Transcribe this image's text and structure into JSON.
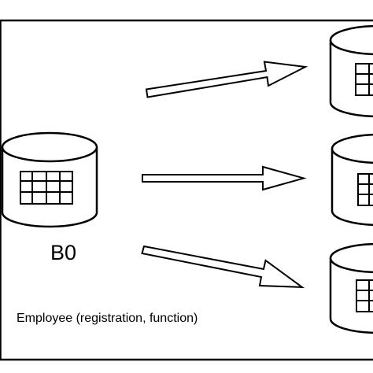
{
  "diagram": {
    "source_table_label": "B0",
    "caption": "Employee (registration, function)",
    "nodes": [
      {
        "id": "B0",
        "kind": "source-database"
      },
      {
        "id": "target-1",
        "kind": "target-database"
      },
      {
        "id": "target-2",
        "kind": "target-database"
      },
      {
        "id": "target-3",
        "kind": "target-database"
      }
    ],
    "edges": [
      {
        "from": "B0",
        "to": "target-1"
      },
      {
        "from": "B0",
        "to": "target-2"
      },
      {
        "from": "B0",
        "to": "target-3"
      }
    ],
    "colors": {
      "stroke": "#000000",
      "fill": "#ffffff"
    }
  }
}
